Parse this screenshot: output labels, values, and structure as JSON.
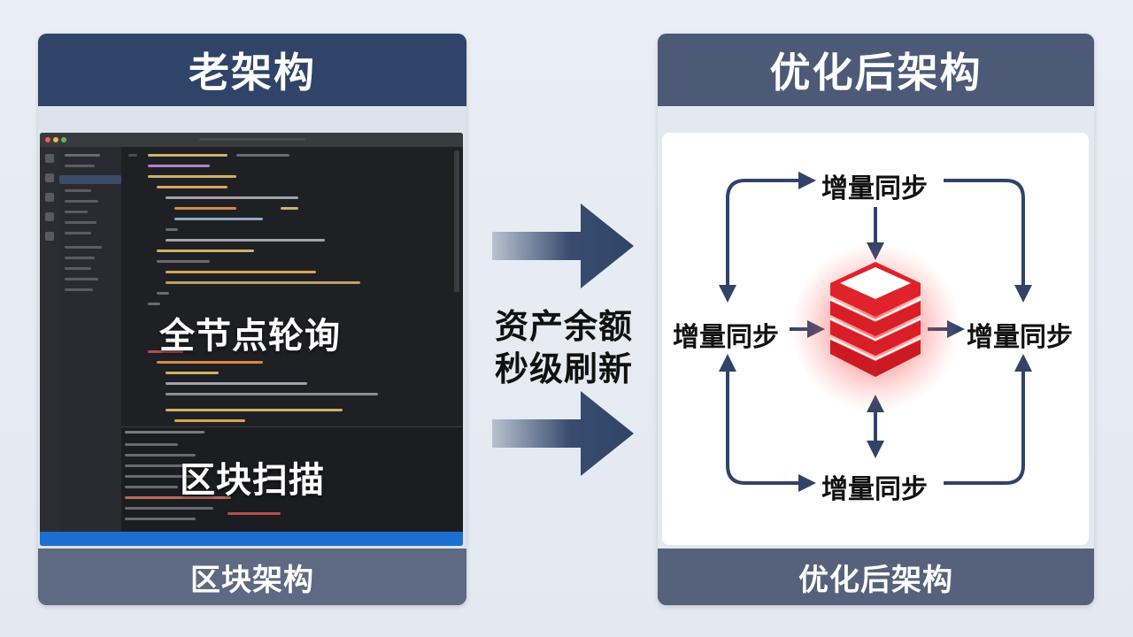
{
  "left_panel": {
    "title": "老架构",
    "footer": "区块架构",
    "overlay_top": "全节点轮询",
    "overlay_bottom": "区块扫描"
  },
  "middle": {
    "line1": "资产余额",
    "line2": "秒级刷新"
  },
  "right_panel": {
    "title": "优化后架构",
    "footer": "优化后架构",
    "sync_top": "增量同步",
    "sync_left": "增量同步",
    "sync_right": "增量同步",
    "sync_bottom": "增量同步"
  },
  "colors": {
    "navy": "#2f4468",
    "arrow": "#2f4468",
    "database_red": "#e0232b"
  }
}
